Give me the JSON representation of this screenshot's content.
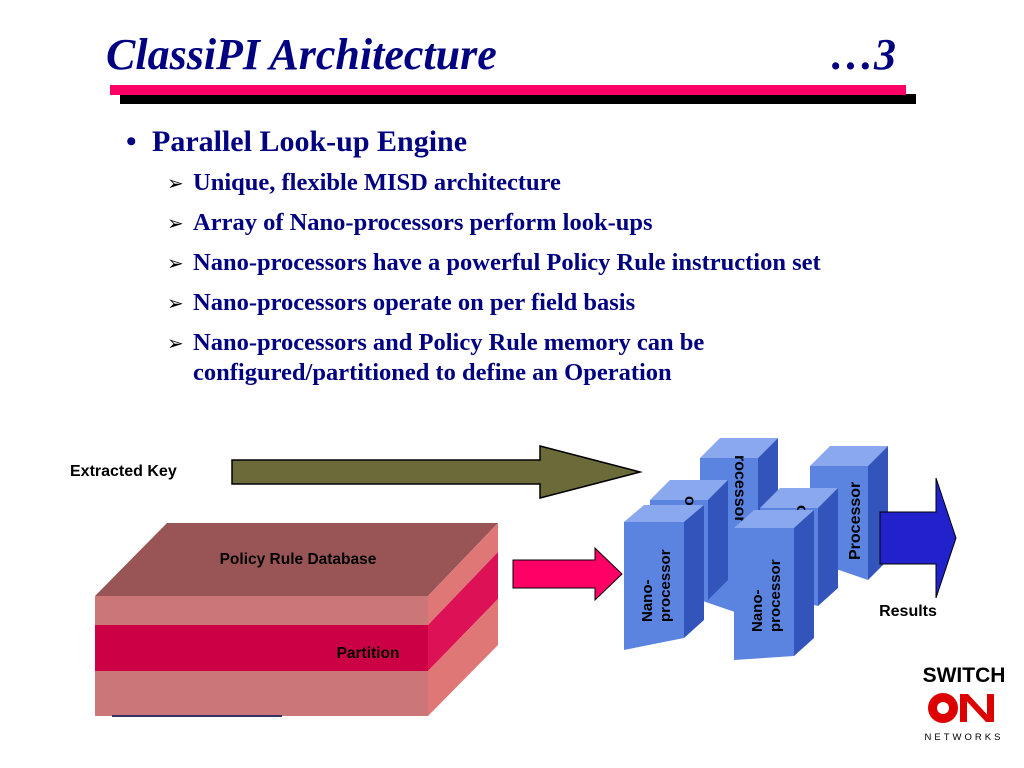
{
  "slide": {
    "title": "ClassiPI Architecture",
    "page": "…3"
  },
  "bullet": {
    "main": "Parallel Look-up Engine",
    "items": [
      "Unique, flexible MISD architecture",
      "Array of Nano-processors perform look-ups",
      "Nano-processors have a powerful Policy Rule instruction set",
      "Nano-processors operate on per field basis",
      "Nano-processors and Policy Rule memory can be configured/partitioned to define an Operation"
    ]
  },
  "diagram": {
    "extracted_key_label": "Extracted Key",
    "database_label": "Policy Rule Database",
    "partition_label": "Partition",
    "results_label": "Results",
    "processor_labels": {
      "front_left": "Nano-processor",
      "front_right": "Nano-processor",
      "mid_left": "or",
      "mid_right": "or",
      "back_left": "rocessor",
      "back_right": "Processor"
    },
    "colors": {
      "key_arrow": "#6b6b3a",
      "db_top": "#995555",
      "db_light": "#cc7777",
      "db_partition": "#cc0044",
      "db_side": "#dd1155",
      "input_arrow": "#ff0066",
      "processor_front": "#5a84e0",
      "processor_side": "#3355bb",
      "results_arrow": "#2222cc"
    }
  },
  "logo": {
    "line1": "SWITCH",
    "line2": "ON",
    "line3": "NETWORKS",
    "color_dark": "#000000",
    "color_accent": "#dd0000"
  }
}
